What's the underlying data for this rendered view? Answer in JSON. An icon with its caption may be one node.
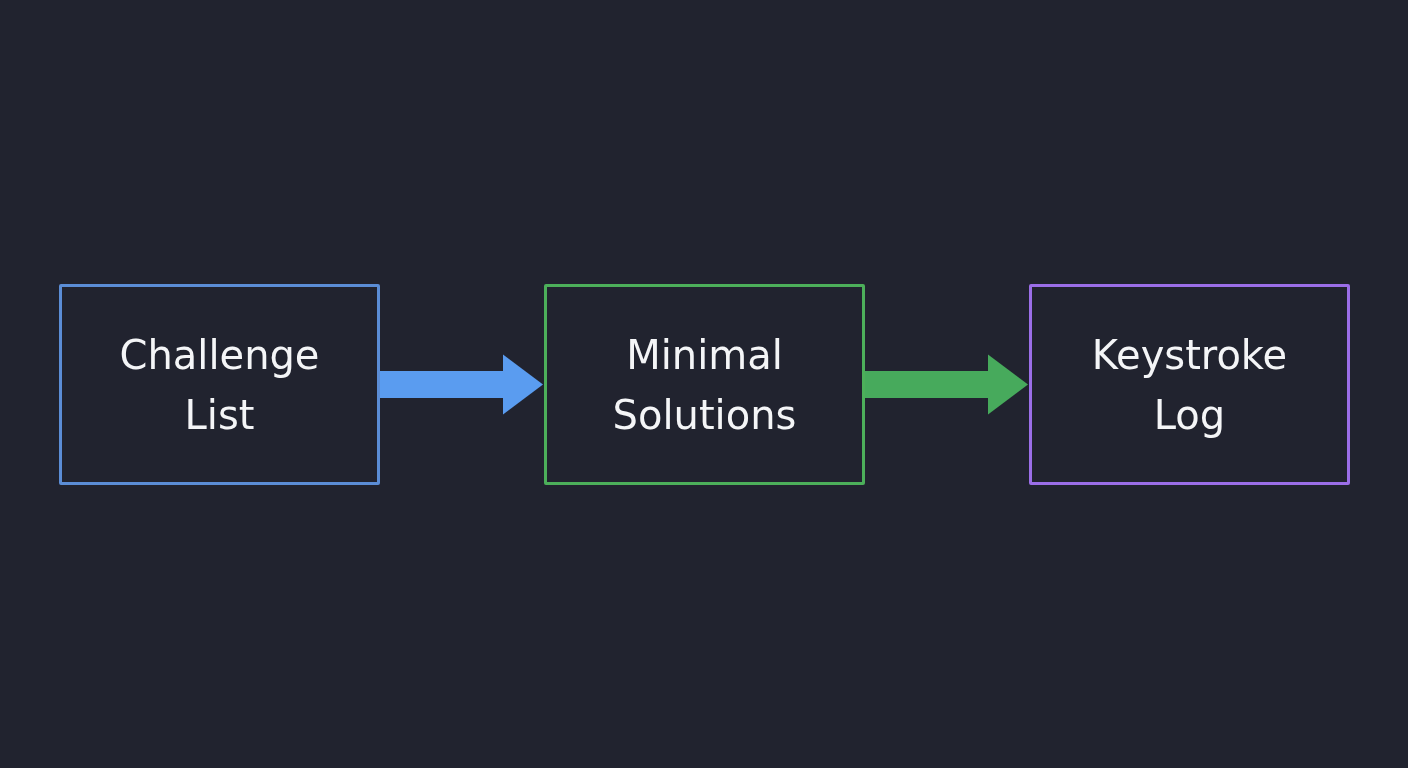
{
  "diagram": {
    "nodes": [
      {
        "text": [
          "Challenge List"
        ]
      },
      {
        "text": [
          "Minimal Solutions"
        ]
      },
      {
        "text": [
          "Keystroke Log"
        ]
      }
    ],
    "edges": [
      {
        "from": 0,
        "to": 1,
        "arrow": "to",
        "color": "#5a9cf0"
      },
      {
        "from": 1,
        "to": 2,
        "arrow": "to",
        "color": "#47aa5c"
      }
    ]
  }
}
